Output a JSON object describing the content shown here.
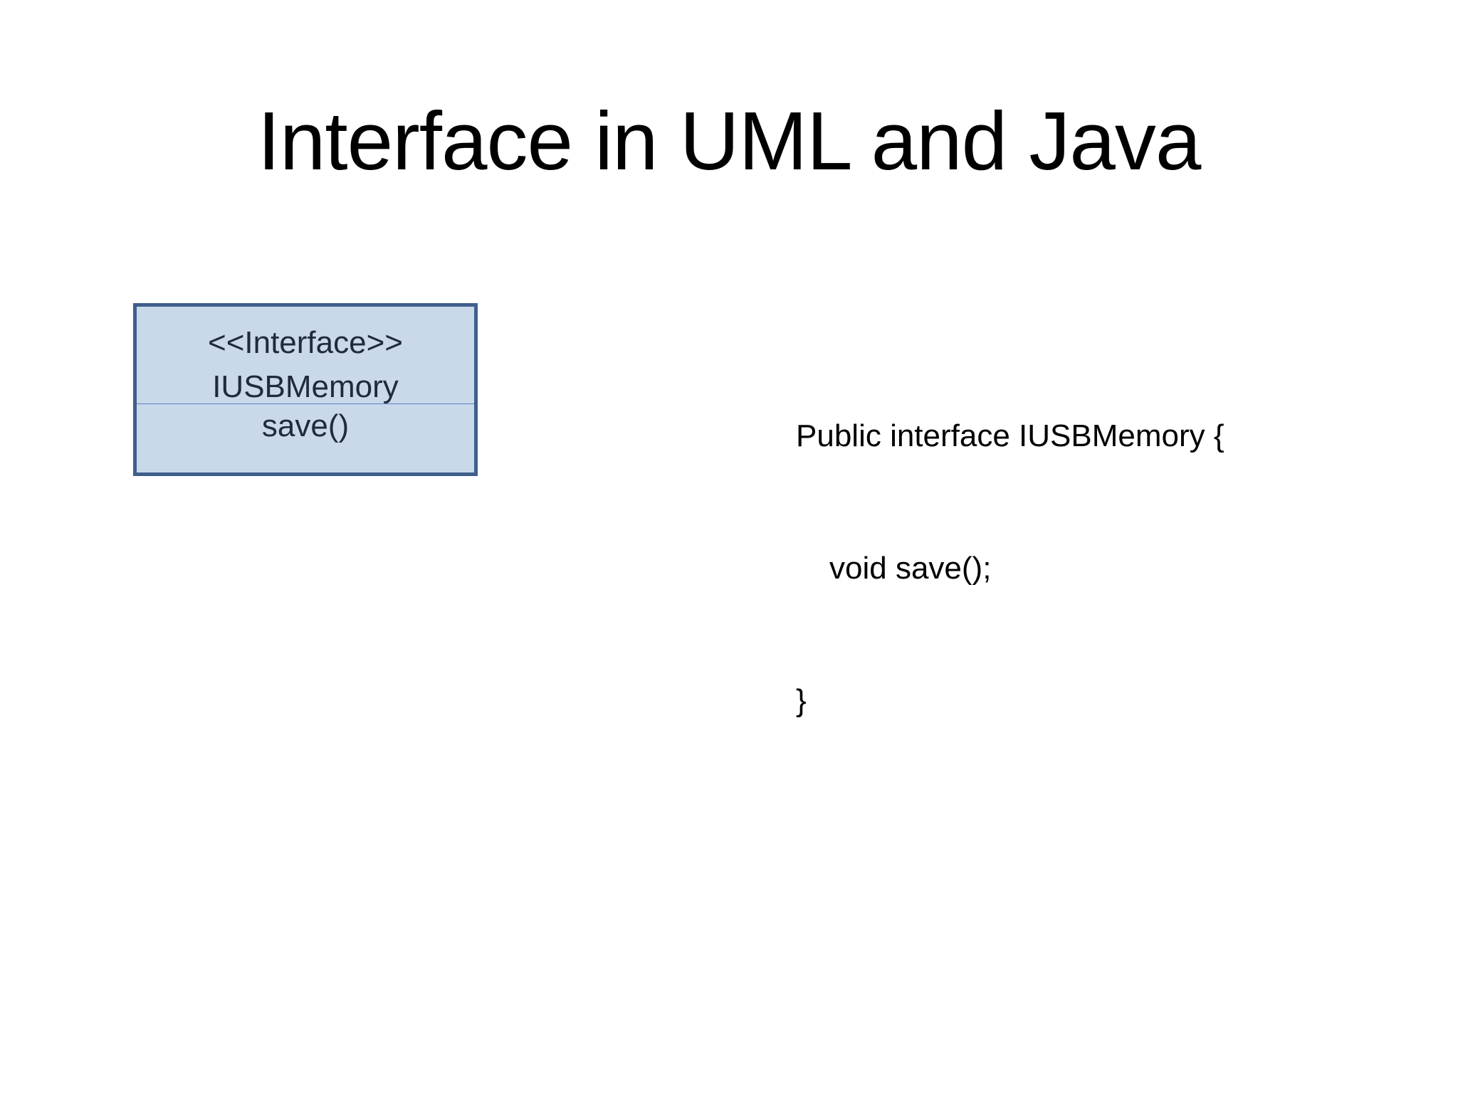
{
  "slide": {
    "title": "Interface in UML and Java"
  },
  "uml": {
    "stereotype": "<<Interface>>",
    "name": "IUSBMemory",
    "methods": [
      "save()"
    ],
    "fill_color": "#c9d9ea",
    "border_color": "#3f5f8c"
  },
  "code": {
    "lines": [
      "Public interface IUSBMemory {",
      "void save();",
      "}"
    ]
  }
}
